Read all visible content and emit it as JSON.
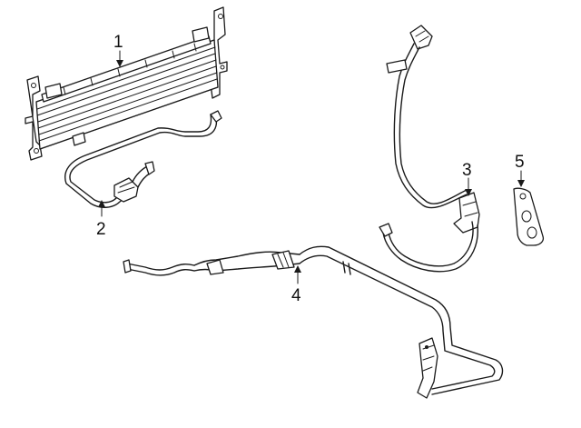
{
  "callouts": [
    {
      "id": "1",
      "text": "1"
    },
    {
      "id": "2",
      "text": "2"
    },
    {
      "id": "3",
      "text": "3"
    },
    {
      "id": "4",
      "text": "4"
    },
    {
      "id": "5",
      "text": "5"
    }
  ],
  "colors": {
    "line": "#1a1a1a",
    "background": "#ffffff"
  }
}
